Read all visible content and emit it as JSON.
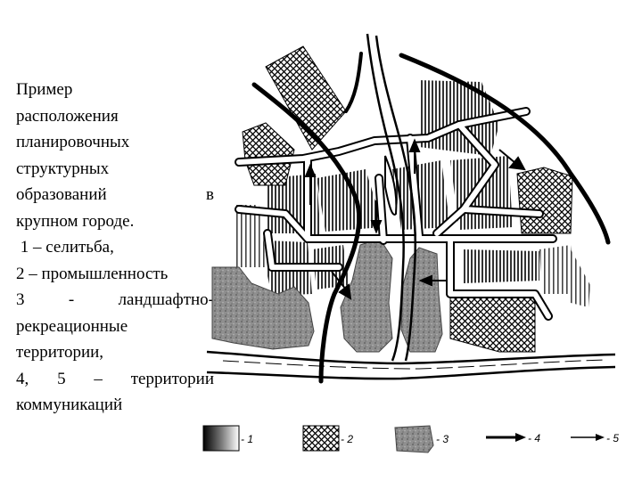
{
  "caption": {
    "line1": "Пример",
    "line2": "расположения",
    "line3": "планировочных",
    "line4": "структурных",
    "line5a": "образований",
    "line5b": "в",
    "line6": "крупном городе.",
    "line7": " 1 – селитьба,",
    "line8": "2 – промышленность",
    "line9": "3 - ландшафтно-",
    "line10": "рекреационные",
    "line11": "территории,",
    "line12": "4, 5 – территории",
    "line13": "коммуникаций"
  },
  "legend": {
    "item1": "- 1",
    "item2": "- 2",
    "item3": "- 3",
    "item4": "- 4",
    "item5": "- 5"
  },
  "colors": {
    "ink": "#000000",
    "recreation_fill": "#8f8f8f",
    "background": "#ffffff"
  }
}
